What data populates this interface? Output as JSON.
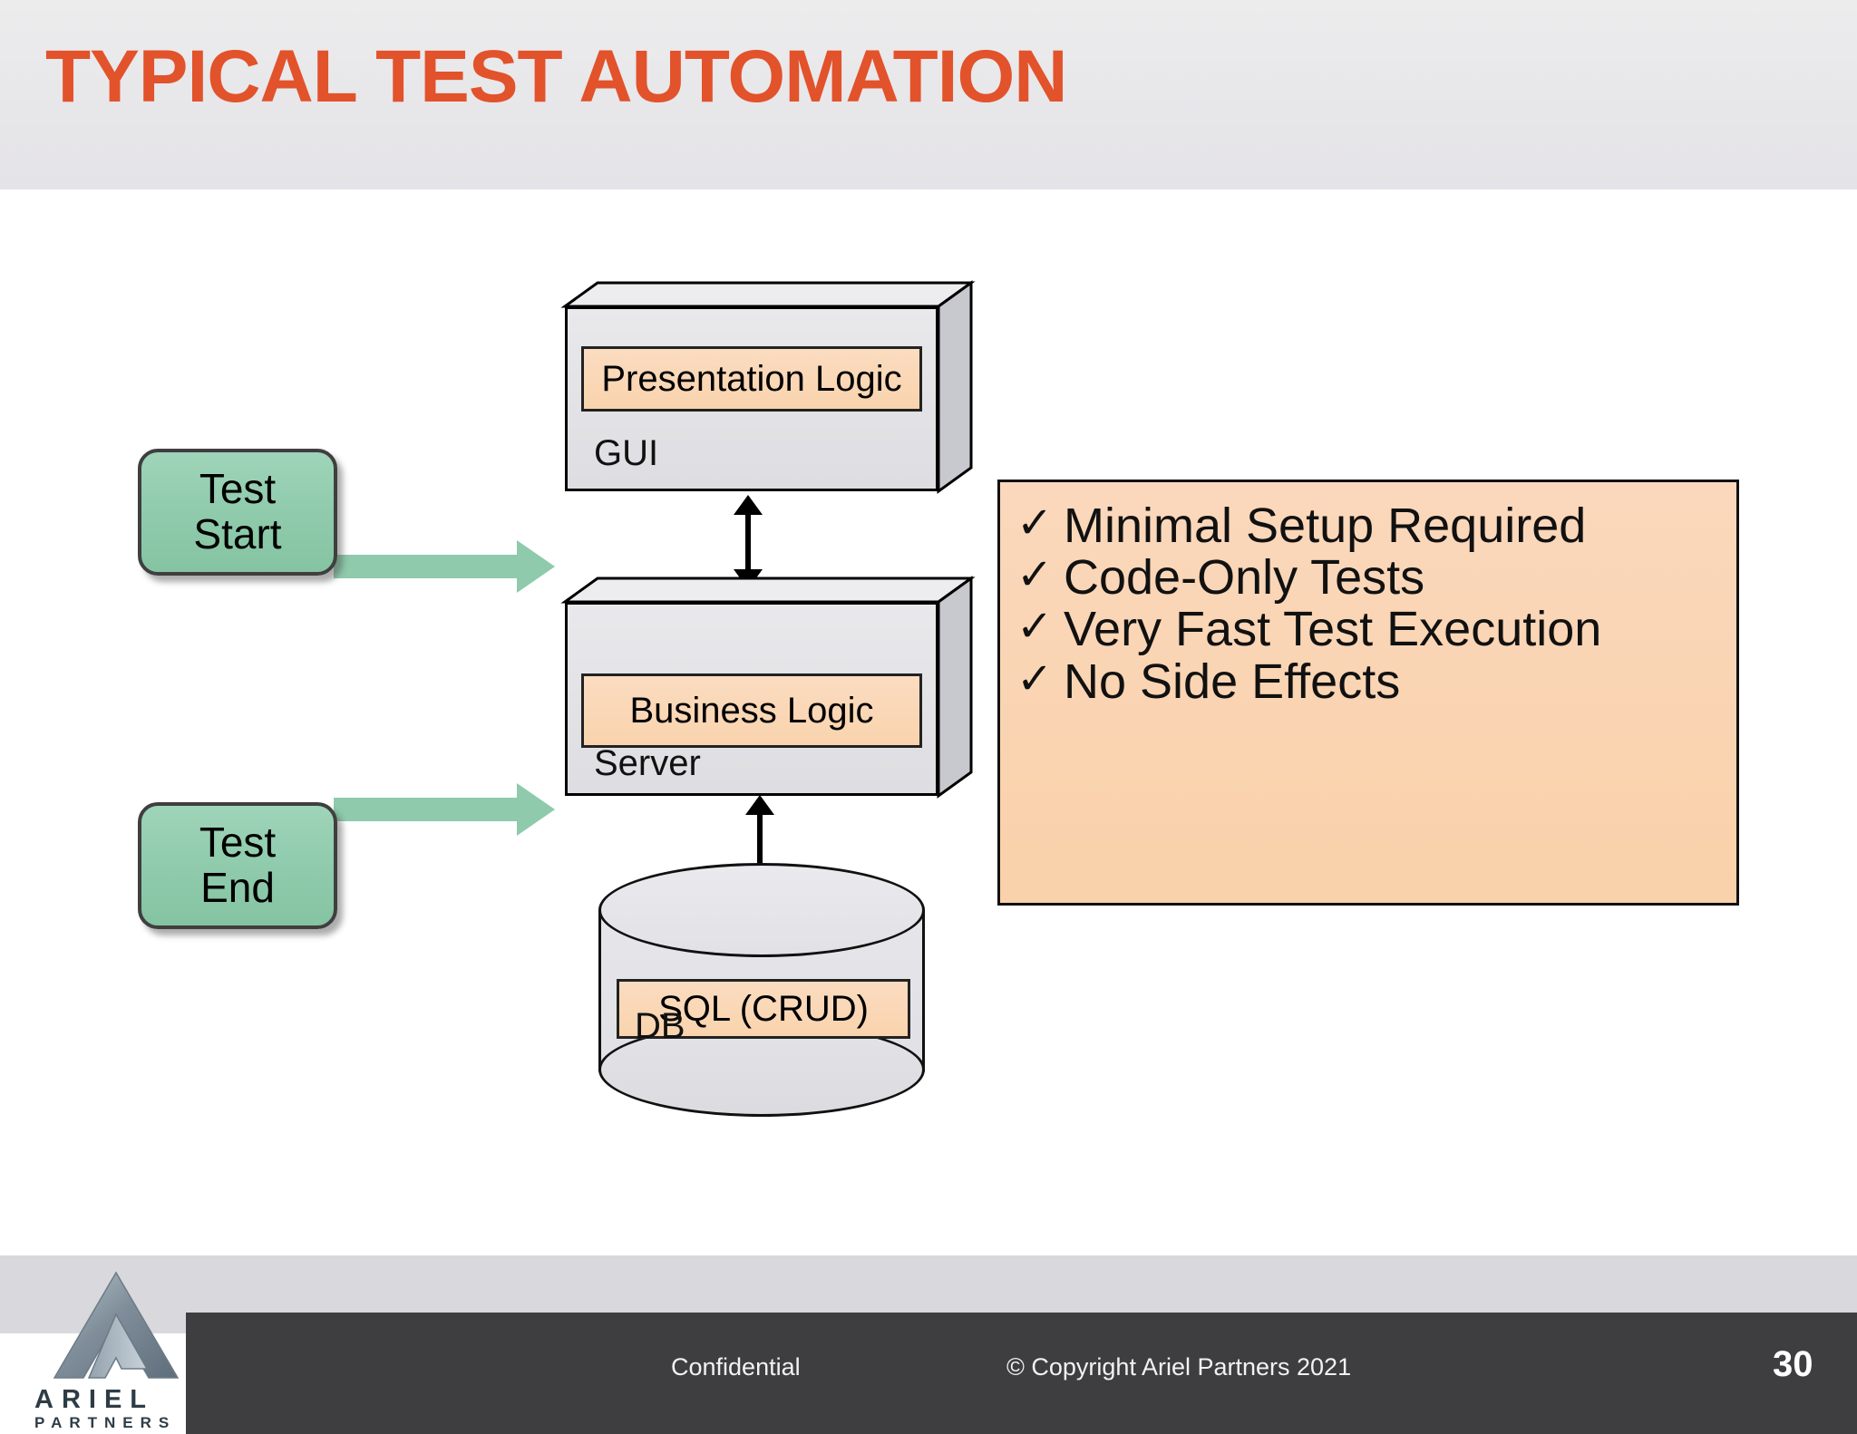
{
  "slide": {
    "title": "TYPICAL TEST AUTOMATION",
    "title_color": "#E2522B",
    "background": "#FFFFFF"
  },
  "diagram": {
    "tiers": [
      {
        "id": "gui",
        "logic_label": "Presentation Logic",
        "tier_label": "GUI"
      },
      {
        "id": "server",
        "logic_label": "Business Logic",
        "tier_label": "Server"
      },
      {
        "id": "db",
        "logic_label": "SQL (CRUD)",
        "tier_label": "DB"
      }
    ],
    "actors": [
      {
        "id": "test-start",
        "line1": "Test",
        "line2": "Start",
        "target": "server"
      },
      {
        "id": "test-end",
        "line1": "Test",
        "line2": "End",
        "target": "server"
      }
    ],
    "connectors": [
      {
        "id": "gui-server",
        "type": "double-headed-vertical"
      },
      {
        "id": "db-server",
        "type": "single-headed-up"
      }
    ],
    "colors": {
      "logic_fill": "#F9D3AD",
      "tier_fill": "#E4E4E7",
      "actor_fill": "#8ECAAB",
      "arrow_green": "#8ECAAB",
      "stroke": "#111111"
    }
  },
  "callout": {
    "fill": "#F9D1AA",
    "border": "#111111",
    "check_glyph": "✓",
    "items": [
      "Minimal Setup Required",
      "Code-Only Tests",
      "Very Fast Test Execution",
      "No Side Effects"
    ]
  },
  "footer": {
    "confidential": "Confidential",
    "copyright": "© Copyright Ariel Partners 2021",
    "page_number": "30",
    "bar_color": "#3E3D40"
  },
  "logo": {
    "name": "ARIEL",
    "subtitle": "PARTNERS"
  }
}
